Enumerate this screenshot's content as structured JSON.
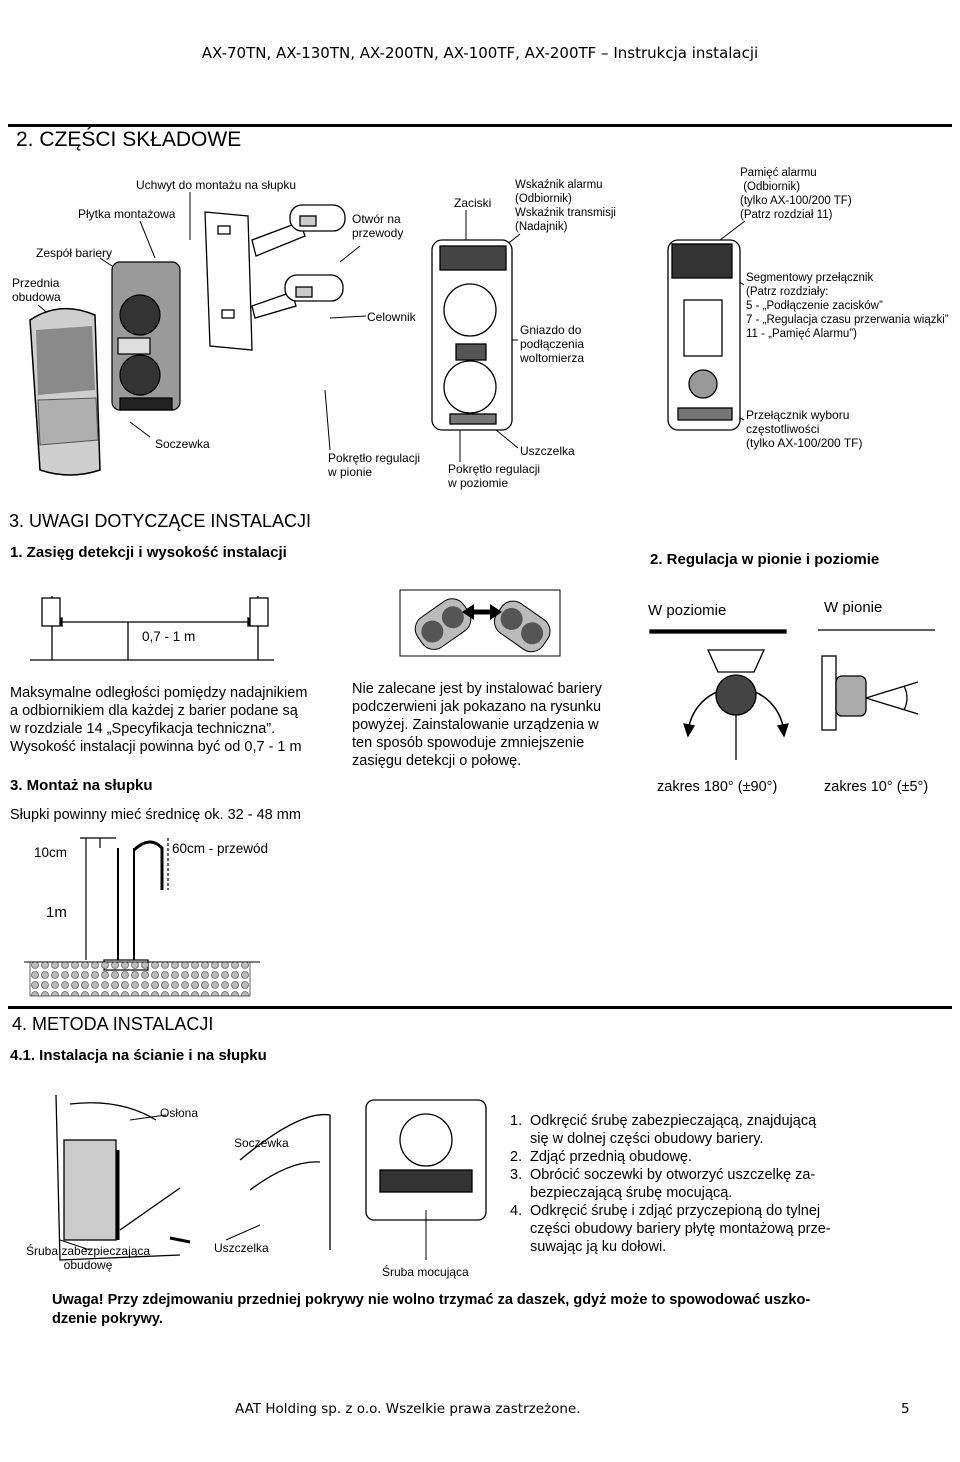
{
  "header": {
    "title": "AX-70TN, AX-130TN, AX-200TN, AX-100TF, AX-200TF – Instrukcja instalacji"
  },
  "section2": {
    "title": "2.  CZĘŚCI SKŁADOWE",
    "labels": {
      "uchwyt": "Uchwyt do montażu na słupku",
      "plytka": "Płytka montażowa",
      "zespol": "Zespół bariery",
      "otwor": "Otwór na\nprzewody",
      "zaciski": "Zaciski",
      "wskaznik": "Wskaźnik alarmu\n(Odbiornik)\nWskaźnik transmisji\n(Nadajnik)",
      "pamiec": "Pamięć alarmu\n (Odbiornik)\n(tylko AX-100/200 TF)\n(Patrz rozdział 11)",
      "przednia": "Przednia\nobudowa",
      "celownik": "Celownik",
      "gniazdo": "Gniazdo do\npodłączenia\nwoltomierza",
      "segmentowy": "Segmentowy przełącznik\n(Patrz rozdziały:\n5 - „Podłączenie zacisków”\n7 - „Regulacja czasu przerwania wiązki”\n11 - „Pamięć Alarmu”)",
      "soczewka": "Soczewka",
      "pokretlo_pion": "Pokrętło regulacji\nw pionie",
      "uszczelka": "Uszczelka",
      "pokretlo_poziom": "Pokrętło regulacji\nw poziomie",
      "przelacznik": "Przełącznik wyboru\nczęstotliwości\n(tylko AX-100/200 TF)"
    }
  },
  "section3": {
    "title": "3.  UWAGI DOTYCZĄCE INSTALACJI",
    "sub1": "1. Zasięg detekcji i wysokość instalacji",
    "sub2": "2. Regulacja w pionie i poziomie",
    "height_label": "0,7 - 1 m",
    "w_poziomie": "W poziomie",
    "w_pionie": "W pionie",
    "para1": "Maksymalne odległości pomiędzy nadajnikiem\na odbiornikiem dla każdej z barier podane są\nw rozdziale 14 „Specyfikacja techniczna”.\nWysokość instalacji powinna być od 0,7 - 1 m",
    "para2": "Nie zalecane jest by instalować bariery\npodczerwieni jak pokazano na rysunku\npowyżej. Zainstalowanie urządzenia w\nten sposób spowoduje zmniejszenie\nzasięgu detekcji o połowę.",
    "sub3": "3. Montaż na słupku",
    "zakres180": "zakres 180° (±90°)",
    "zakres10": "zakres 10° (±5°)",
    "slupki": "Słupki powinny mieć średnicę ok. 32 - 48 mm",
    "cm10": "10cm",
    "cm60": "60cm - przewód",
    "m1": "1m"
  },
  "section4": {
    "title": "4.  METODA INSTALACJI",
    "sub": "4.1.  Instalacja na ścianie i na słupku",
    "oslona": "Osłona",
    "soczewka": "Soczewka",
    "uszczelka": "Uszczelka",
    "sruba_zab": "Śruba zabezpieczająca\nobudowę",
    "sruba_moc": "Śruba mocująca",
    "steps": [
      {
        "num": "1.",
        "text": "Odkręcić śrubę zabezpieczającą, znajdującą\nsię w dolnej części obudowy bariery."
      },
      {
        "num": "2.",
        "text": "Zdjąć przednią obudowę."
      },
      {
        "num": "3.",
        "text": "Obrócić soczewki by otworzyć uszczelkę za-\nbezpieczającą śrubę mocującą."
      },
      {
        "num": "4.",
        "text": "Odkręcić śrubę i zdjąć przyczepioną do tylnej\nczęści obudowy bariery płytę montażową prze-\nsuwając ją ku dołowi."
      }
    ],
    "warning": "Uwaga! Przy zdejmowaniu przedniej pokrywy nie wolno trzymać za daszek, gdyż może to spowodować uszko-\ndzenie pokrywy."
  },
  "footer": {
    "text": "AAT Holding sp. z o.o.  Wszelkie prawa zastrzeżone.",
    "page": "5"
  }
}
